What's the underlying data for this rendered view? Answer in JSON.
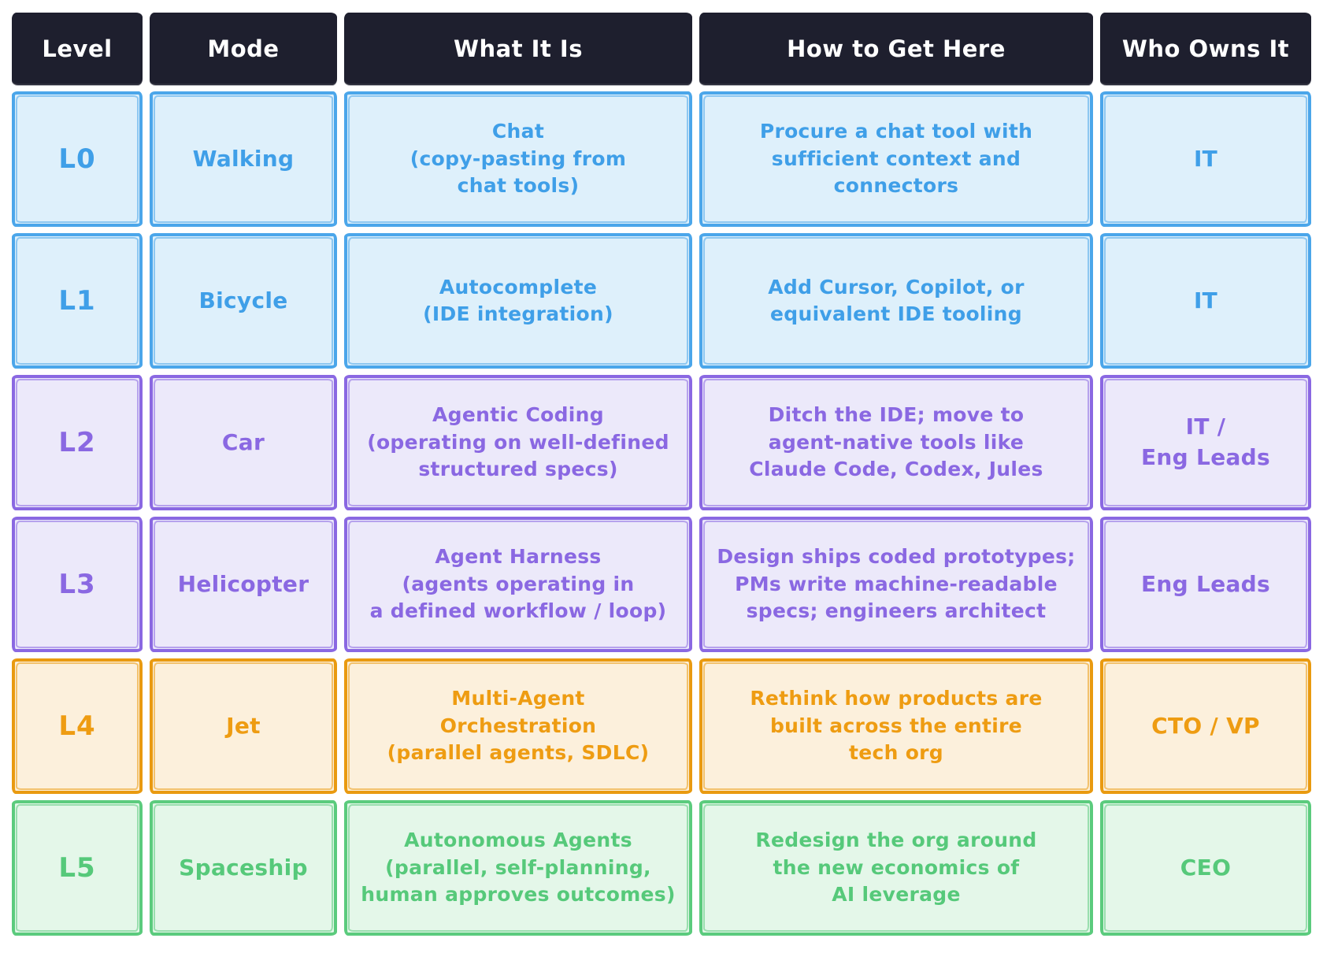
{
  "table": {
    "columns": [
      {
        "label": "Level"
      },
      {
        "label": "Mode"
      },
      {
        "label": "What It Is"
      },
      {
        "label": "How to Get Here"
      },
      {
        "label": "Who Owns It"
      }
    ],
    "rows": [
      {
        "theme": "blue",
        "level": "L0",
        "mode": "Walking",
        "what": "Chat\n(copy-pasting from\nchat tools)",
        "how": "Procure a chat tool with\nsufficient context and\nconnectors",
        "who": "IT"
      },
      {
        "theme": "blue",
        "level": "L1",
        "mode": "Bicycle",
        "what": "Autocomplete\n(IDE integration)",
        "how": "Add Cursor, Copilot, or\nequivalent IDE tooling",
        "who": "IT"
      },
      {
        "theme": "purple",
        "level": "L2",
        "mode": "Car",
        "what": "Agentic Coding\n(operating on well-defined\nstructured specs)",
        "how": "Ditch the IDE; move to\nagent-native tools like\nClaude Code, Codex, Jules",
        "who": "IT /\nEng Leads"
      },
      {
        "theme": "purple",
        "level": "L3",
        "mode": "Helicopter",
        "what": "Agent Harness\n(agents operating in\na defined workflow / loop)",
        "how": "Design ships coded prototypes;\nPMs write machine-readable\nspecs; engineers architect",
        "who": "Eng Leads"
      },
      {
        "theme": "orange",
        "level": "L4",
        "mode": "Jet",
        "what": "Multi-Agent\nOrchestration\n(parallel agents, SDLC)",
        "how": "Rethink how products are\nbuilt across the entire\ntech org",
        "who": "CTO / VP"
      },
      {
        "theme": "green",
        "level": "L5",
        "mode": "Spaceship",
        "what": "Autonomous Agents\n(parallel, self-planning,\nhuman approves outcomes)",
        "how": "Redesign the org around\nthe new economics of\nAI leverage",
        "who": "CEO"
      }
    ],
    "palette": {
      "header": {
        "fill": "#1e1f2e",
        "text": "#ffffff"
      },
      "blue": {
        "border": "#4ba6ea",
        "fill": "#def0fb",
        "text": "#3f9fe8"
      },
      "purple": {
        "border": "#8a68e2",
        "fill": "#ece9fa",
        "text": "#8a68e2"
      },
      "orange": {
        "border": "#e99a10",
        "fill": "#fcf0dc",
        "text": "#ee9c12"
      },
      "green": {
        "border": "#5bcb7d",
        "fill": "#e4f7e9",
        "text": "#56c97a"
      }
    }
  }
}
